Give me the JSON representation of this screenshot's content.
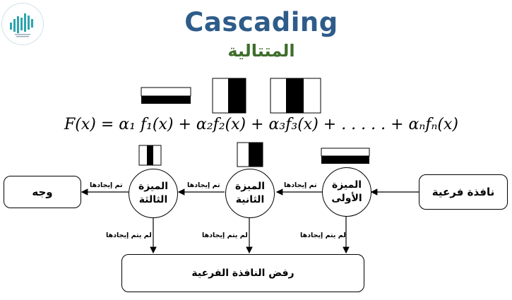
{
  "header": {
    "title": "Cascading",
    "subtitle": "المتتالية"
  },
  "formula": "F(x) = α₁ f₁(x) + α₂f₂(x) + α₃f₃(x) + . . . . . + αₙfₙ(x)",
  "nodes": {
    "input": "نافذة فرعية",
    "feature1_line1": "الميزة",
    "feature1_line2": "الأولى",
    "feature2_line1": "الميزة",
    "feature2_line2": "الثانية",
    "feature3_line1": "الميزة",
    "feature3_line2": "الثالثة",
    "face": "وجه",
    "reject": "رفض النافذة الفرعية"
  },
  "edge_labels": {
    "found": "تم إيجادها",
    "not_found": "لم يتم إيجادها"
  },
  "colors": {
    "title": "#2e5c8a",
    "subtitle": "#3f6d2c",
    "feature_dark": "#000000",
    "feature_light": "#ffffff"
  }
}
